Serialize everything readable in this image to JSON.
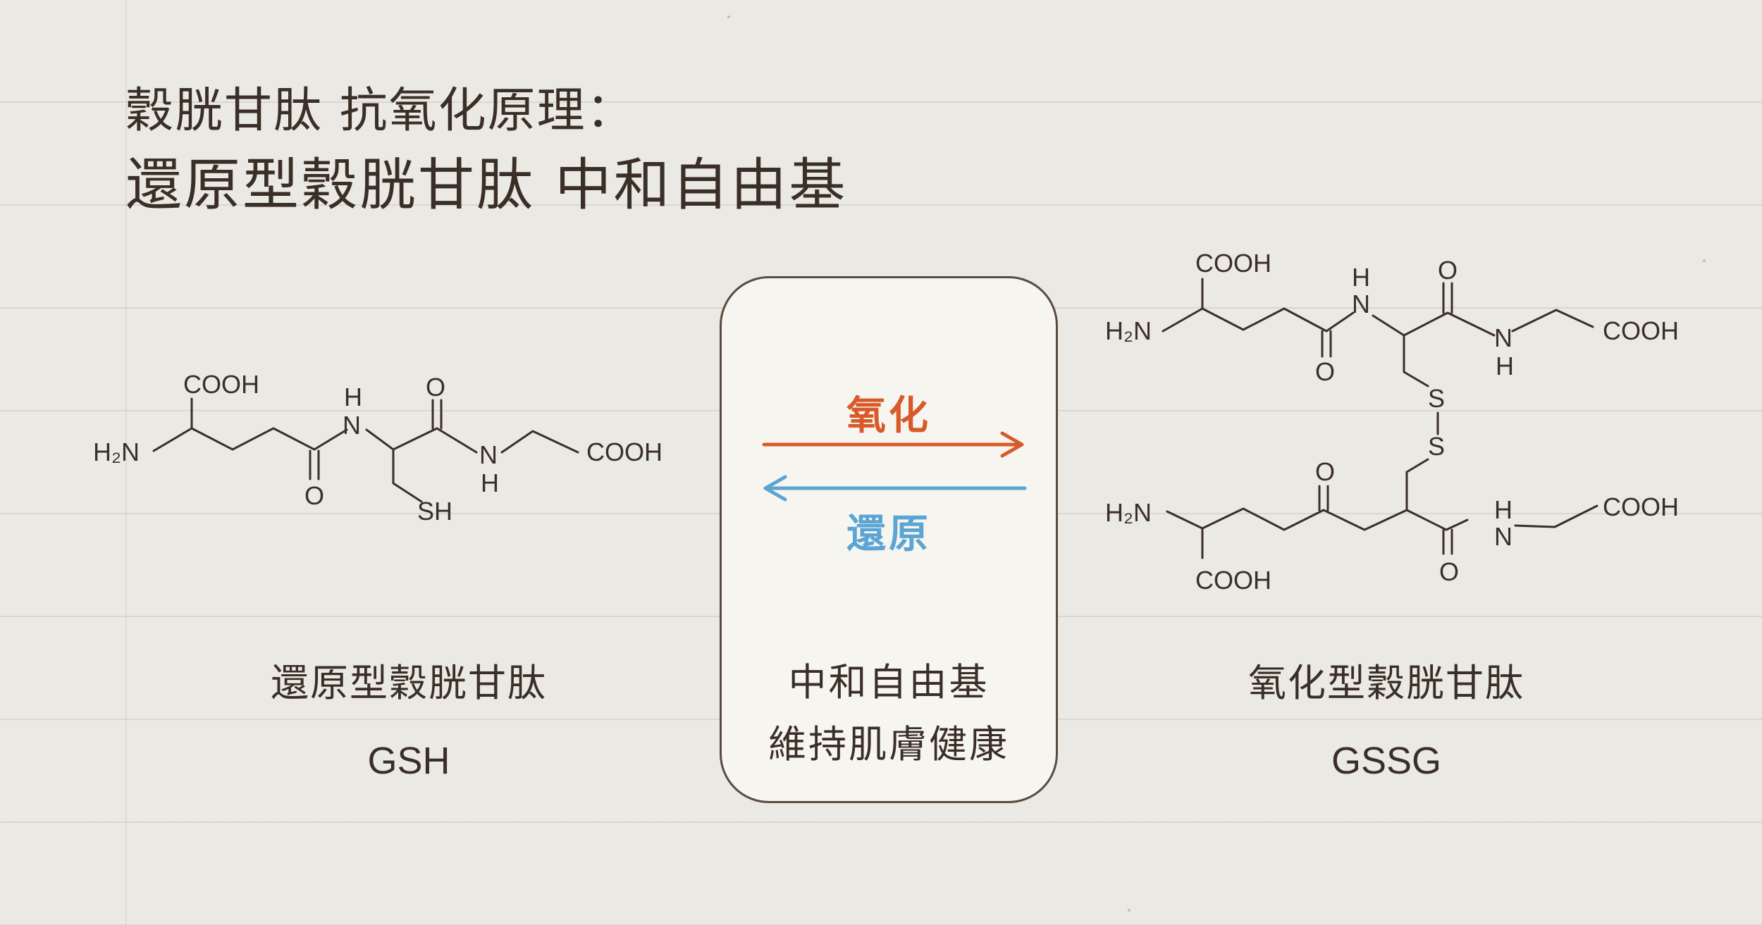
{
  "title": {
    "line1": "穀胱甘肽 抗氧化原理：",
    "line2": "還原型穀胱甘肽 中和自由基"
  },
  "gsh": {
    "name": "還原型穀胱甘肽",
    "abbr": "GSH",
    "labels": {
      "cooh_top": "COOH",
      "h2n": "H₂N",
      "nh_h": "H",
      "n1": "N",
      "o1": "O",
      "o2": "O",
      "n2": "N",
      "nh2_h": "H",
      "cooh_right": "COOH",
      "sh": "SH"
    }
  },
  "center": {
    "oxidation": "氧化",
    "reduction": "還原",
    "text_line1": "中和自由基",
    "text_line2": "維持肌膚健康",
    "oxidation_color": "#d85a28",
    "reduction_color": "#5aa5d4"
  },
  "gssg": {
    "name": "氧化型穀胱甘肽",
    "abbr": "GSSG",
    "labels": {
      "cooh_top": "COOH",
      "h2n_top": "H₂N",
      "h_top": "H",
      "n_top": "N",
      "o_top1": "O",
      "o_top2": "O",
      "n_top2": "N",
      "h_top2": "H",
      "cooh_top_right": "COOH",
      "s1": "S",
      "s2": "S",
      "h2n_bot": "H₂N",
      "o_bot1": "O",
      "h_bot": "H",
      "n_bot": "N",
      "cooh_bot_right": "COOH",
      "o_bot2": "O",
      "cooh_bot": "COOH"
    }
  }
}
